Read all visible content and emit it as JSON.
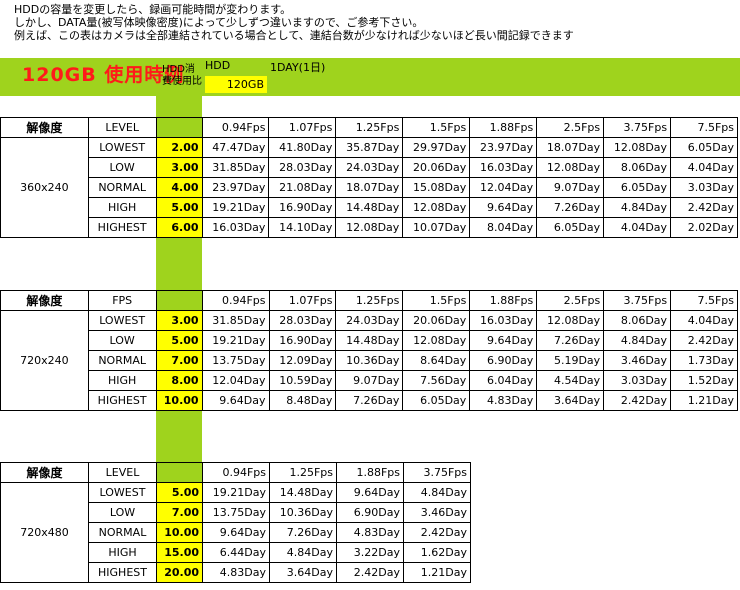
{
  "notes": [
    "HDDの容量を変更したら、録画可能時間が変わります。",
    "しかし、DATA量(被写体映像密度)によって少しずつ違いますので、ご参考下さい。",
    "例えば、この表はカメラは全部連結されている場合として、連結台数が少なければ少ないほど長い間記録できます"
  ],
  "title": "120GB 使用時例",
  "hdd_usage_label": "HDD消費使用比",
  "hdd_header": "HDD",
  "day_header": "1DAY(1日)",
  "hdd_capacity": "120GB",
  "colors": {
    "green": "#9fd31d",
    "yellow": "#ffff00",
    "title_red": "#ff1a1a"
  },
  "chart_data": {
    "type": "table",
    "tables": [
      {
        "resolution_header": "解像度",
        "level_header": "LEVEL",
        "resolution": "360x240",
        "fps": [
          "0.94Fps",
          "1.07Fps",
          "1.25Fps",
          "1.5Fps",
          "1.88Fps",
          "2.5Fps",
          "3.75Fps",
          "7.5Fps"
        ],
        "rows": [
          {
            "level": "LOWEST",
            "ratio": "2.00",
            "values": [
              "47.47Day",
              "41.80Day",
              "35.87Day",
              "29.97Day",
              "23.97Day",
              "18.07Day",
              "12.08Day",
              "6.05Day"
            ]
          },
          {
            "level": "LOW",
            "ratio": "3.00",
            "values": [
              "31.85Day",
              "28.03Day",
              "24.03Day",
              "20.06Day",
              "16.03Day",
              "12.08Day",
              "8.06Day",
              "4.04Day"
            ]
          },
          {
            "level": "NORMAL",
            "ratio": "4.00",
            "values": [
              "23.97Day",
              "21.08Day",
              "18.07Day",
              "15.08Day",
              "12.04Day",
              "9.07Day",
              "6.05Day",
              "3.03Day"
            ]
          },
          {
            "level": "HIGH",
            "ratio": "5.00",
            "values": [
              "19.21Day",
              "16.90Day",
              "14.48Day",
              "12.08Day",
              "9.64Day",
              "7.26Day",
              "4.84Day",
              "2.42Day"
            ]
          },
          {
            "level": "HIGHEST",
            "ratio": "6.00",
            "values": [
              "16.03Day",
              "14.10Day",
              "12.08Day",
              "10.07Day",
              "8.04Day",
              "6.05Day",
              "4.04Day",
              "2.02Day"
            ]
          }
        ]
      },
      {
        "resolution_header": "解像度",
        "level_header": "FPS",
        "resolution": "720x240",
        "fps": [
          "0.94Fps",
          "1.07Fps",
          "1.25Fps",
          "1.5Fps",
          "1.88Fps",
          "2.5Fps",
          "3.75Fps",
          "7.5Fps"
        ],
        "rows": [
          {
            "level": "LOWEST",
            "ratio": "3.00",
            "values": [
              "31.85Day",
              "28.03Day",
              "24.03Day",
              "20.06Day",
              "16.03Day",
              "12.08Day",
              "8.06Day",
              "4.04Day"
            ]
          },
          {
            "level": "LOW",
            "ratio": "5.00",
            "values": [
              "19.21Day",
              "16.90Day",
              "14.48Day",
              "12.08Day",
              "9.64Day",
              "7.26Day",
              "4.84Day",
              "2.42Day"
            ]
          },
          {
            "level": "NORMAL",
            "ratio": "7.00",
            "values": [
              "13.75Day",
              "12.09Day",
              "10.36Day",
              "8.64Day",
              "6.90Day",
              "5.19Day",
              "3.46Day",
              "1.73Day"
            ]
          },
          {
            "level": "HIGH",
            "ratio": "8.00",
            "values": [
              "12.04Day",
              "10.59Day",
              "9.07Day",
              "7.56Day",
              "6.04Day",
              "4.54Day",
              "3.03Day",
              "1.52Day"
            ]
          },
          {
            "level": "HIGHEST",
            "ratio": "10.00",
            "values": [
              "9.64Day",
              "8.48Day",
              "7.26Day",
              "6.05Day",
              "4.83Day",
              "3.64Day",
              "2.42Day",
              "1.21Day"
            ]
          }
        ]
      },
      {
        "resolution_header": "解像度",
        "level_header": "LEVEL",
        "resolution": "720x480",
        "fps": [
          "0.94Fps",
          "1.25Fps",
          "1.88Fps",
          "3.75Fps"
        ],
        "rows": [
          {
            "level": "LOWEST",
            "ratio": "5.00",
            "values": [
              "19.21Day",
              "14.48Day",
              "9.64Day",
              "4.84Day"
            ]
          },
          {
            "level": "LOW",
            "ratio": "7.00",
            "values": [
              "13.75Day",
              "10.36Day",
              "6.90Day",
              "3.46Day"
            ]
          },
          {
            "level": "NORMAL",
            "ratio": "10.00",
            "values": [
              "9.64Day",
              "7.26Day",
              "4.83Day",
              "2.42Day"
            ]
          },
          {
            "level": "HIGH",
            "ratio": "15.00",
            "values": [
              "6.44Day",
              "4.84Day",
              "3.22Day",
              "1.62Day"
            ]
          },
          {
            "level": "HIGHEST",
            "ratio": "20.00",
            "values": [
              "4.83Day",
              "3.64Day",
              "2.42Day",
              "1.21Day"
            ]
          }
        ]
      }
    ]
  }
}
